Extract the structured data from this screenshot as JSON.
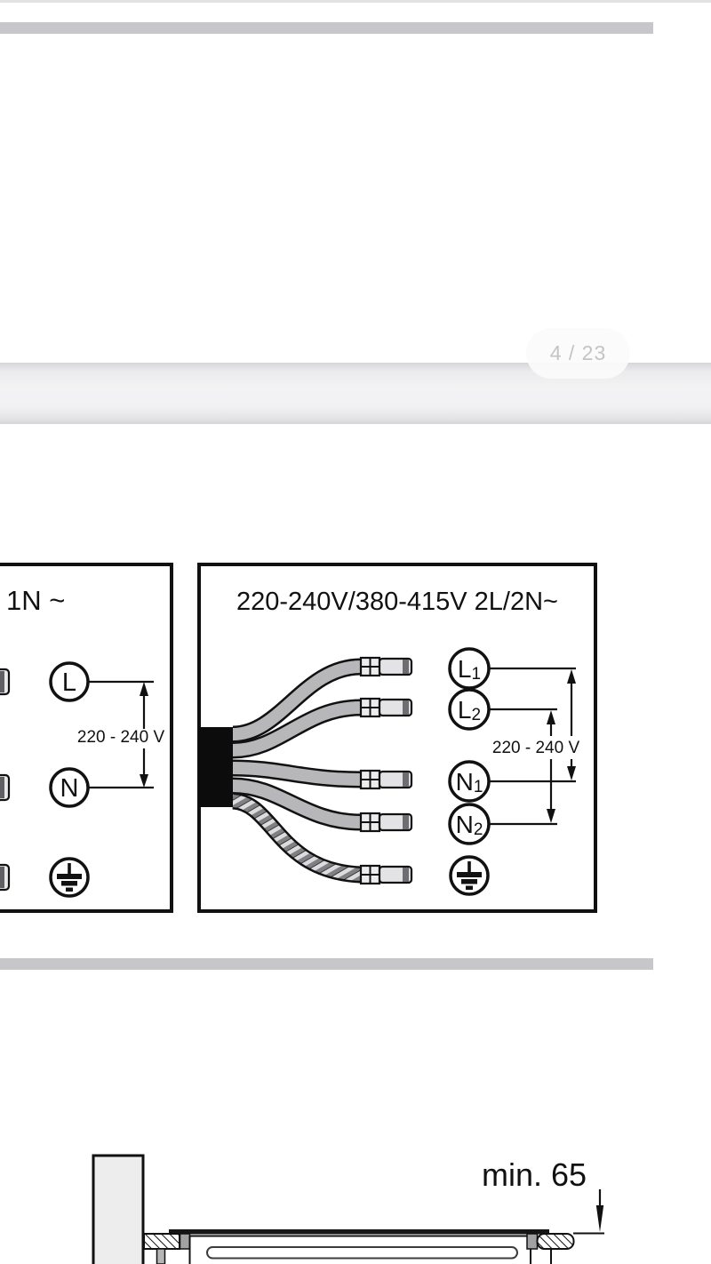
{
  "viewer": {
    "page_indicator": "4 / 23"
  },
  "wiring": {
    "left": {
      "title": "1N ~",
      "voltage": "220 - 240 V",
      "terminals": [
        {
          "label": "L"
        },
        {
          "label": "N"
        }
      ]
    },
    "right": {
      "title": "220-240V/380-415V 2L/2N~",
      "voltage": "220 - 240 V",
      "terminals": [
        {
          "main": "L",
          "sub": "1"
        },
        {
          "main": "L",
          "sub": "2"
        },
        {
          "main": "N",
          "sub": "1"
        },
        {
          "main": "N",
          "sub": "2"
        }
      ]
    }
  },
  "installation": {
    "clearance_label": "min. 65"
  },
  "colors": {
    "divider_bar": "#c7c7c9",
    "page_gap_edge": "#d6d6d8",
    "page_gap_mid": "#f3f3f4",
    "pill_text": "#c3c4c6",
    "diagram_line": "#111111",
    "wire_fill": "#b7b7b9",
    "cable_block": "#0c0c0c"
  }
}
